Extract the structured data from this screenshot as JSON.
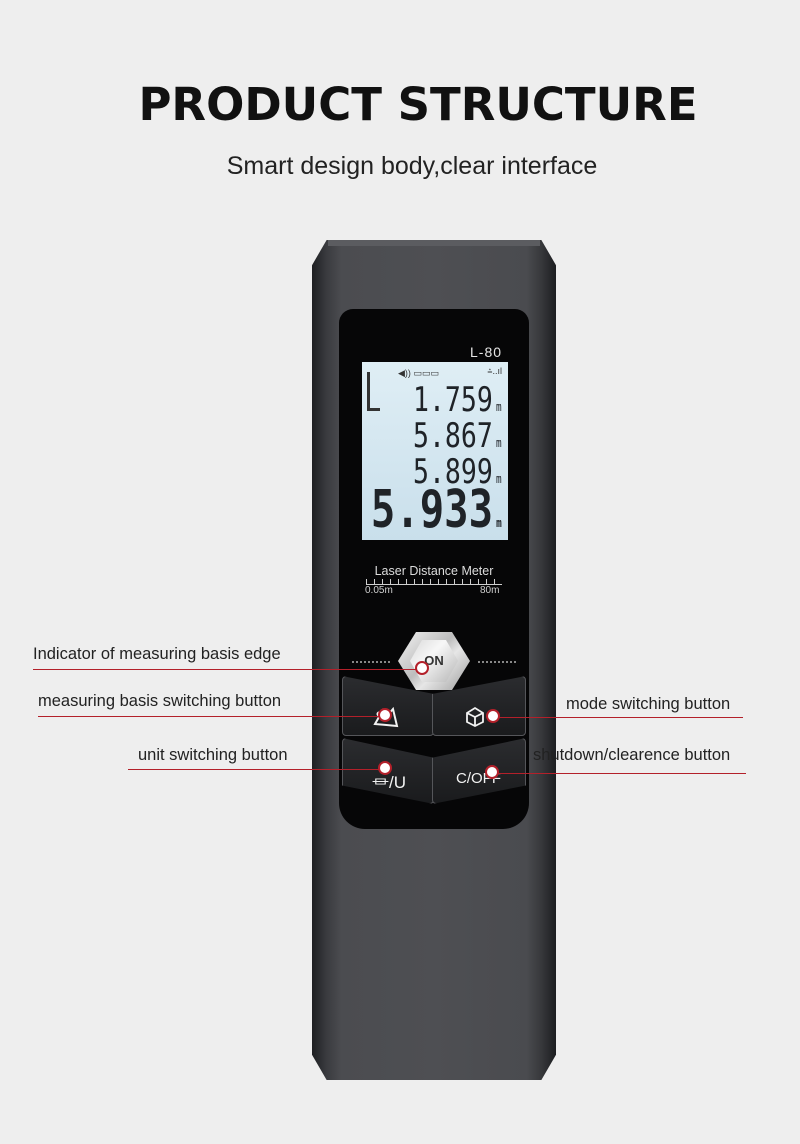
{
  "header": {
    "title": "PRODUCT STRUCTURE",
    "subtitle": "Smart design body,clear interface"
  },
  "device": {
    "model": "L-80",
    "lcd": {
      "readings": [
        "1.759",
        "5.867",
        "5.899",
        "5.933"
      ],
      "unit": "m",
      "status_icons": "◀)) ▭▭▭",
      "signal_icon": "⩮..ıl"
    },
    "range": {
      "label": "Laser Distance Meter",
      "min": "0.05m",
      "max": "80m"
    },
    "buttons": {
      "on": "ON",
      "measuring_basis_icon": "pencil-ruler-icon",
      "mode_icon": "cube-icon",
      "unit_glyph": "⏛/U",
      "clear_glyph": "C/OFF"
    }
  },
  "annotations": {
    "indicator": "Indicator of measuring basis edge",
    "measuring_basis": "measuring basis switching button",
    "mode": "mode switching button",
    "unit": "unit switching button",
    "shutdown": "shutdown/clearence button"
  },
  "colors": {
    "annotation_line": "#b3202a",
    "lcd_background": "#d4e7f0"
  }
}
